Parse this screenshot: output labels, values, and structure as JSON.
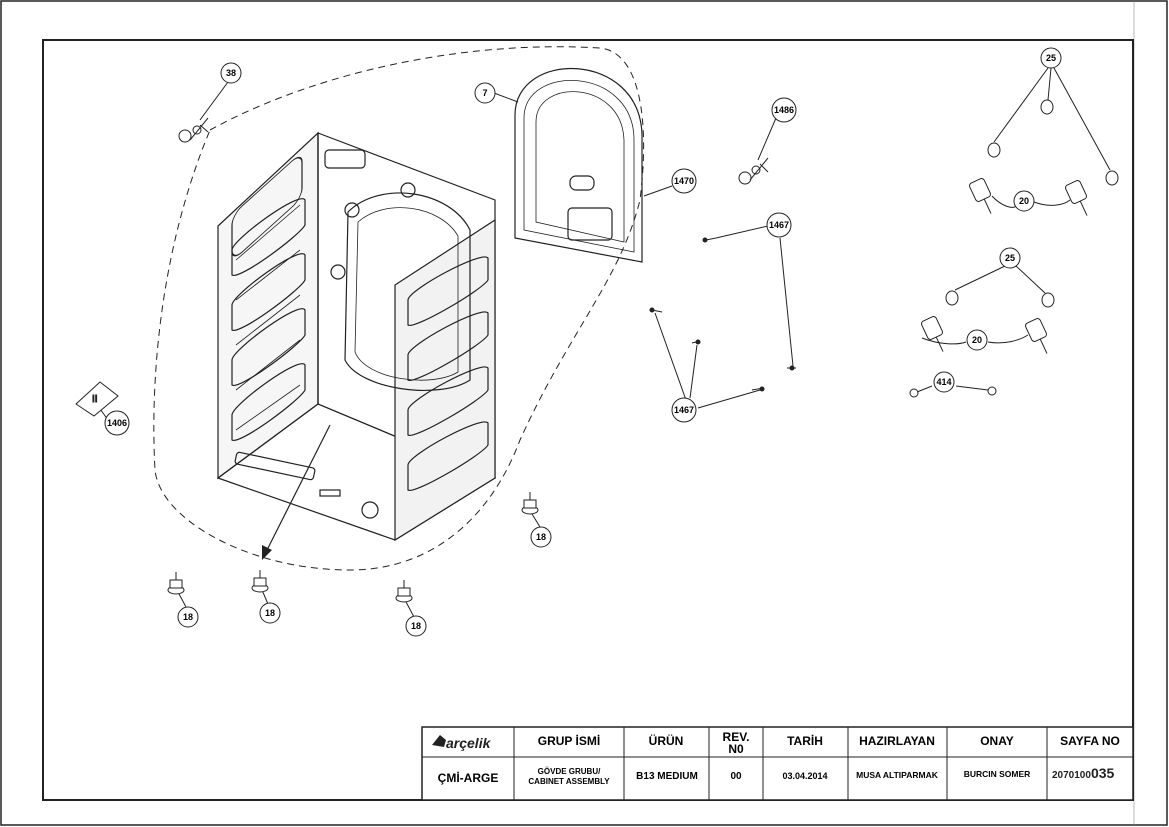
{
  "callouts": {
    "c38": "38",
    "c7": "7",
    "c1486": "1486",
    "c1470": "1470",
    "c1467a": "1467",
    "c1467b": "1467",
    "c25a": "25",
    "c20a": "20",
    "c25b": "25",
    "c20b": "20",
    "c414": "414",
    "c1406": "1406",
    "c18a": "18",
    "c18b": "18",
    "c18c": "18",
    "c18d": "18"
  },
  "title_block": {
    "logo": "arçelik",
    "company": "ÇMİ-ARGE",
    "h_group": "GRUP İSMİ",
    "group_line1": "GÖVDE GRUBU/",
    "group_line2": "CABINET ASSEMBLY",
    "h_product": "ÜRÜN",
    "product": "B13  MEDIUM",
    "h_rev1": "REV.",
    "h_rev2": "N0",
    "rev": "00",
    "h_date": "TARİH",
    "date": "03.04.2014",
    "h_prepared": "HAZIRLAYAN",
    "prepared": "MUSA ALTIPARMAK",
    "h_approved": "ONAY",
    "approved": "BURCIN SOMER",
    "h_sheet": "SAYFA NO",
    "sheet_prefix": "2070100",
    "sheet_suffix": "035"
  },
  "colors": {
    "line": "#222222",
    "paper": "#ffffff"
  }
}
